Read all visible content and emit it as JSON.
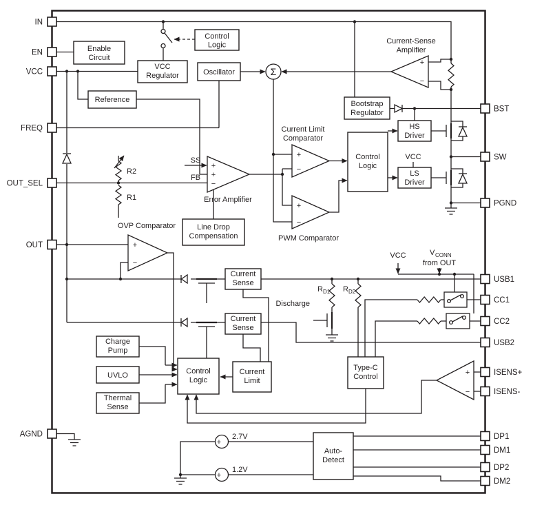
{
  "colors": {
    "line": "#231f20",
    "background": "#ffffff"
  },
  "pins": {
    "left": [
      "IN",
      "EN",
      "VCC",
      "FREQ",
      "OUT_SEL",
      "OUT",
      "AGND"
    ],
    "right": [
      "BST",
      "SW",
      "PGND",
      "USB1",
      "CC1",
      "CC2",
      "USB2",
      "ISENS+",
      "ISENS-",
      "DP1",
      "DM1",
      "DP2",
      "DM2"
    ]
  },
  "blocks": {
    "enable_circuit": [
      "Enable",
      "Circuit"
    ],
    "control_logic_top": [
      "Control",
      "Logic"
    ],
    "vcc_regulator": [
      "VCC",
      "Regulator"
    ],
    "oscillator": [
      "Oscillator"
    ],
    "reference": [
      "Reference"
    ],
    "bootstrap_regulator": [
      "Bootstrap",
      "Regulator"
    ],
    "hs_driver": [
      "HS",
      "Driver"
    ],
    "ls_driver": [
      "LS",
      "Driver"
    ],
    "control_logic_mid": [
      "Control",
      "Logic"
    ],
    "line_drop_compensation": [
      "Line Drop",
      "Compensation"
    ],
    "current_sense_1": [
      "Current",
      "Sense"
    ],
    "current_sense_2": [
      "Current",
      "Sense"
    ],
    "charge_pump": [
      "Charge",
      "Pump"
    ],
    "uvlo": [
      "UVLO"
    ],
    "thermal_sense": [
      "Thermal",
      "Sense"
    ],
    "control_logic_bottom": [
      "Control",
      "Logic"
    ],
    "current_limit": [
      "Current",
      "Limit"
    ],
    "type_c_control": [
      "Type-C",
      "Control"
    ],
    "auto_detect": [
      "Auto-",
      "Detect"
    ]
  },
  "amplifiers": {
    "current_sense_amplifier": [
      "Current-Sense",
      "Amplifier"
    ],
    "current_limit_comparator": [
      "Current Limit",
      "Comparator"
    ],
    "error_amplifier": "Error Amplifier",
    "pwm_comparator": "PWM Comparator",
    "ovp_comparator": "OVP Comparator"
  },
  "labels": {
    "sigma": "Σ",
    "plus": "+",
    "minus": "−",
    "ss": "SS",
    "fb": "FB",
    "r2": "R2",
    "r1": "R1",
    "vcc_driver": "VCC",
    "vcc_cc": "VCC",
    "vconn_v": "V",
    "vconn_sub": "CONN",
    "vconn_from": "from OUT",
    "rd1_r": "R",
    "rd1_sub": "D1",
    "rd2_r": "R",
    "rd2_sub": "D2",
    "discharge": "Discharge",
    "source_27": "2.7V",
    "source_12": "1.2V"
  }
}
